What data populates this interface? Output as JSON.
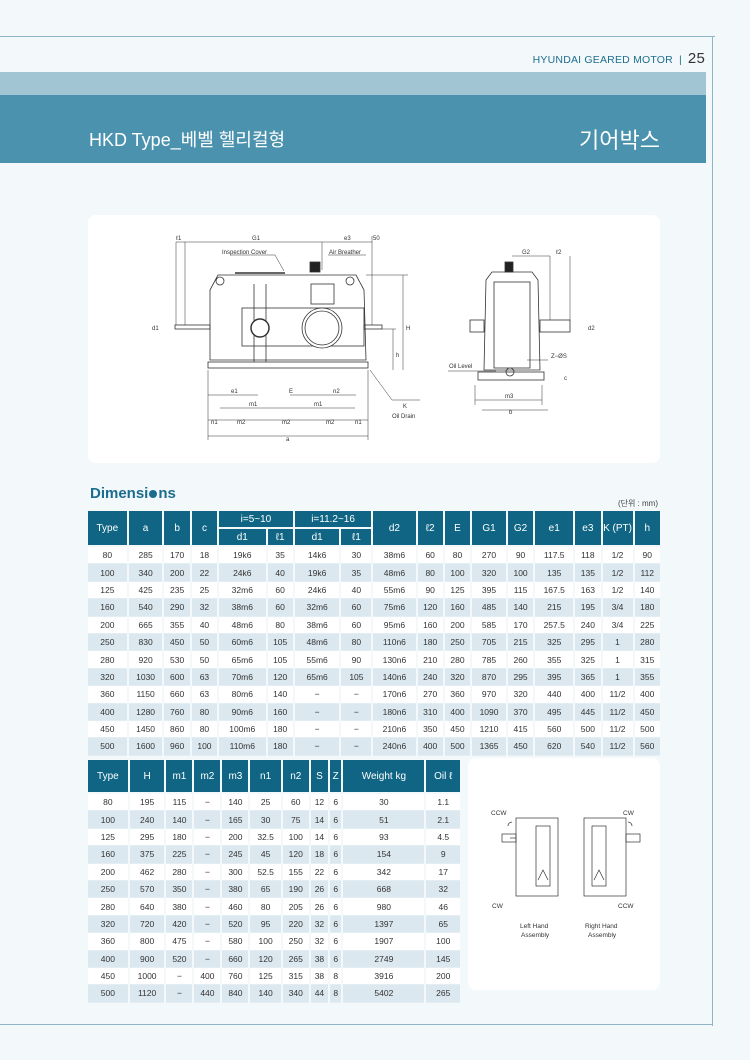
{
  "header": {
    "brand": "HYUNDAI GEARED MOTOR",
    "separator": "|",
    "page": "25"
  },
  "band": {
    "title": "HKD Type_베벨 헬리컬형",
    "category": "기어박스"
  },
  "drawing": {
    "front_labels": {
      "l1": "ℓ1",
      "G1": "G1",
      "e3": "e3",
      "fifty": "50",
      "inspection": "Inspection Cover",
      "breather": "Air Breather",
      "d1": "d1",
      "H": "H",
      "h": "h",
      "e1": "e1",
      "E": "E",
      "n2": "n2",
      "m1": "m1",
      "m2": "m2",
      "n1": "n1",
      "a": "a",
      "K": "K",
      "drain": "Oil Drain"
    },
    "side_labels": {
      "G2": "G2",
      "l2": "ℓ2",
      "d2": "d2",
      "oil": "Oil Level",
      "zs": "Z−ØS",
      "c": "c",
      "m3": "m3",
      "b": "b"
    }
  },
  "dimensions": {
    "title_pre": "Dimensi",
    "title_post": "ns",
    "unit": "(단위 : mm)",
    "table1": {
      "group_i1": "i=5~10",
      "group_i2": "i=11.2~16",
      "columns": [
        "Type",
        "a",
        "b",
        "c",
        "d1",
        "ℓ1",
        "d1",
        "ℓ1",
        "d2",
        "ℓ2",
        "E",
        "G1",
        "G2",
        "e1",
        "e3",
        "K (PT)",
        "h"
      ],
      "rows": [
        [
          "80",
          "285",
          "170",
          "18",
          "19k6",
          "35",
          "14k6",
          "30",
          "38m6",
          "60",
          "80",
          "270",
          "90",
          "117.5",
          "118",
          "1/2",
          "90"
        ],
        [
          "100",
          "340",
          "200",
          "22",
          "24k6",
          "40",
          "19k6",
          "35",
          "48m6",
          "80",
          "100",
          "320",
          "100",
          "135",
          "135",
          "1/2",
          "112"
        ],
        [
          "125",
          "425",
          "235",
          "25",
          "32m6",
          "60",
          "24k6",
          "40",
          "55m6",
          "90",
          "125",
          "395",
          "115",
          "167.5",
          "163",
          "1/2",
          "140"
        ],
        [
          "160",
          "540",
          "290",
          "32",
          "38m6",
          "60",
          "32m6",
          "60",
          "75m6",
          "120",
          "160",
          "485",
          "140",
          "215",
          "195",
          "3/4",
          "180"
        ],
        [
          "200",
          "665",
          "355",
          "40",
          "48m6",
          "80",
          "38m6",
          "60",
          "95m6",
          "160",
          "200",
          "585",
          "170",
          "257.5",
          "240",
          "3/4",
          "225"
        ],
        [
          "250",
          "830",
          "450",
          "50",
          "60m6",
          "105",
          "48m6",
          "80",
          "110n6",
          "180",
          "250",
          "705",
          "215",
          "325",
          "295",
          "1",
          "280"
        ],
        [
          "280",
          "920",
          "530",
          "50",
          "65m6",
          "105",
          "55m6",
          "90",
          "130n6",
          "210",
          "280",
          "785",
          "260",
          "355",
          "325",
          "1",
          "315"
        ],
        [
          "320",
          "1030",
          "600",
          "63",
          "70m6",
          "120",
          "65m6",
          "105",
          "140n6",
          "240",
          "320",
          "870",
          "295",
          "395",
          "365",
          "1",
          "355"
        ],
        [
          "360",
          "1150",
          "660",
          "63",
          "80m6",
          "140",
          "−",
          "−",
          "170n6",
          "270",
          "360",
          "970",
          "320",
          "440",
          "400",
          "11/2",
          "400"
        ],
        [
          "400",
          "1280",
          "760",
          "80",
          "90m6",
          "160",
          "−",
          "−",
          "180n6",
          "310",
          "400",
          "1090",
          "370",
          "495",
          "445",
          "11/2",
          "450"
        ],
        [
          "450",
          "1450",
          "860",
          "80",
          "100m6",
          "180",
          "−",
          "−",
          "210n6",
          "350",
          "450",
          "1210",
          "415",
          "560",
          "500",
          "11/2",
          "500"
        ],
        [
          "500",
          "1600",
          "960",
          "100",
          "110m6",
          "180",
          "−",
          "−",
          "240n6",
          "400",
          "500",
          "1365",
          "450",
          "620",
          "540",
          "11/2",
          "560"
        ]
      ]
    },
    "table2": {
      "columns": [
        "Type",
        "H",
        "m1",
        "m2",
        "m3",
        "n1",
        "n2",
        "S",
        "Z",
        "Weight kg",
        "Oil ℓ"
      ],
      "rows": [
        [
          "80",
          "195",
          "115",
          "−",
          "140",
          "25",
          "60",
          "12",
          "6",
          "30",
          "1.1"
        ],
        [
          "100",
          "240",
          "140",
          "−",
          "165",
          "30",
          "75",
          "14",
          "6",
          "51",
          "2.1"
        ],
        [
          "125",
          "295",
          "180",
          "−",
          "200",
          "32.5",
          "100",
          "14",
          "6",
          "93",
          "4.5"
        ],
        [
          "160",
          "375",
          "225",
          "−",
          "245",
          "45",
          "120",
          "18",
          "6",
          "154",
          "9"
        ],
        [
          "200",
          "462",
          "280",
          "−",
          "300",
          "52.5",
          "155",
          "22",
          "6",
          "342",
          "17"
        ],
        [
          "250",
          "570",
          "350",
          "−",
          "380",
          "65",
          "190",
          "26",
          "6",
          "668",
          "32"
        ],
        [
          "280",
          "640",
          "380",
          "−",
          "460",
          "80",
          "205",
          "26",
          "6",
          "980",
          "46"
        ],
        [
          "320",
          "720",
          "420",
          "−",
          "520",
          "95",
          "220",
          "32",
          "6",
          "1397",
          "65"
        ],
        [
          "360",
          "800",
          "475",
          "−",
          "580",
          "100",
          "250",
          "32",
          "6",
          "1907",
          "100"
        ],
        [
          "400",
          "900",
          "520",
          "−",
          "660",
          "120",
          "265",
          "38",
          "6",
          "2749",
          "145"
        ],
        [
          "450",
          "1000",
          "−",
          "400",
          "760",
          "125",
          "315",
          "38",
          "8",
          "3916",
          "200"
        ],
        [
          "500",
          "1120",
          "−",
          "440",
          "840",
          "140",
          "340",
          "44",
          "8",
          "5402",
          "265"
        ]
      ]
    }
  },
  "rotation": {
    "ccw": "CCW",
    "cw": "CW",
    "left": "Left Hand",
    "right": "Right Hand",
    "assembly": "Assembly"
  },
  "colors": {
    "header": "#0f6583",
    "band": "#4a92ae",
    "alt_row": "#dbe8ef"
  }
}
